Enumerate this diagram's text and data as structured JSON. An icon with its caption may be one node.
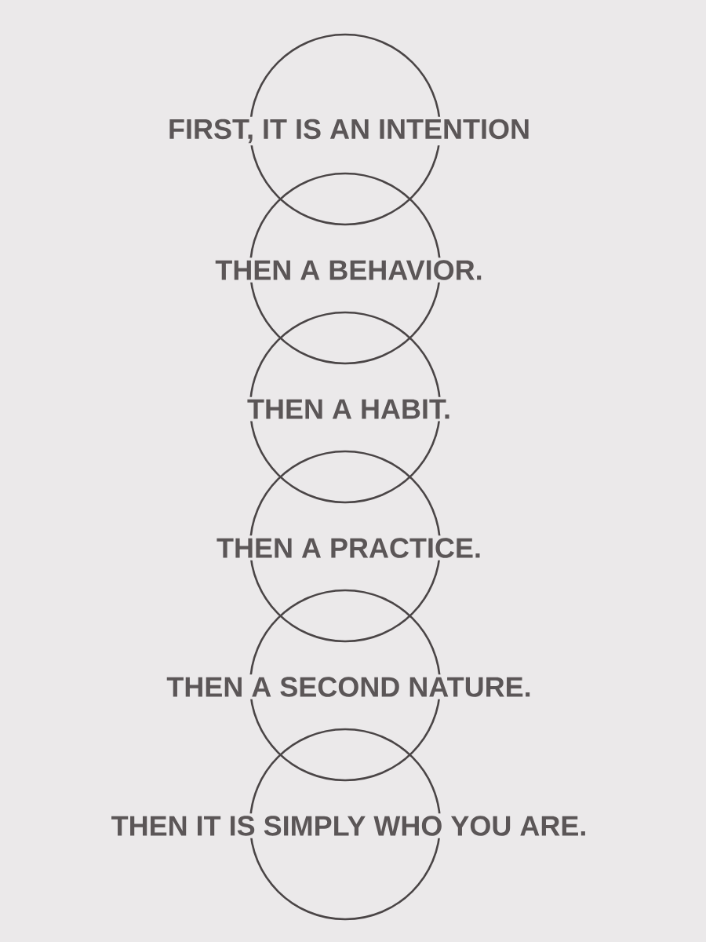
{
  "diagram": {
    "nodes": [
      {
        "text": [
          "FIRST, IT IS AN INTENTION"
        ]
      },
      {
        "text": [
          "THEN A BEHAVIOR."
        ]
      },
      {
        "text": [
          "THEN A HABIT."
        ]
      },
      {
        "text": [
          "THEN A PRACTICE."
        ]
      },
      {
        "text": [
          "THEN A SECOND NATURE."
        ]
      },
      {
        "text": [
          "THEN IT IS SIMPLY WHO YOU ARE."
        ]
      }
    ]
  }
}
